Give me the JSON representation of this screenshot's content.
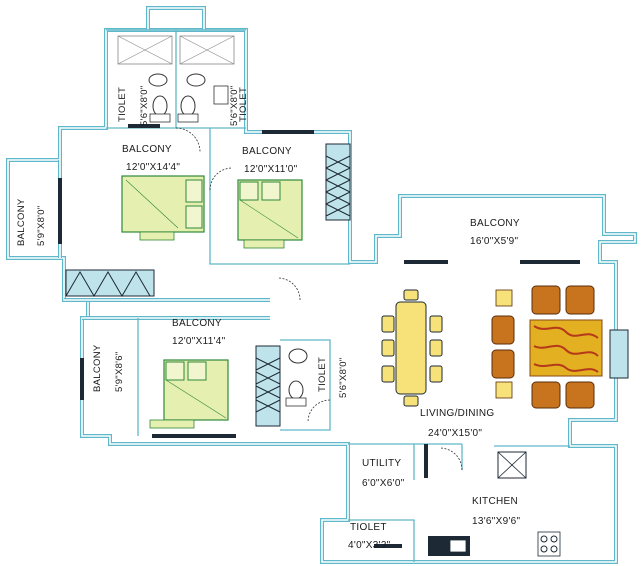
{
  "rooms": {
    "balcony_top_left": {
      "name": "BALCONY",
      "size": "12'0\"X14'4\""
    },
    "balcony_top_mid": {
      "name": "BALCONY",
      "size": "12'0\"X11'0\""
    },
    "toilet_top_left": {
      "name": "TIOLET",
      "size": "5'6\"X8'0\""
    },
    "toilet_top_right": {
      "name": "TIOLET",
      "size": "5'6\"X8'0\""
    },
    "balcony_left": {
      "name": "BALCONY",
      "size": "5'9\"X8'0\""
    },
    "balcony_right": {
      "name": "BALCONY",
      "size": "16'0\"X5'9\""
    },
    "balcony_mid": {
      "name": "BALCONY",
      "size": "12'0\"X11'4\""
    },
    "balcony_lower_left": {
      "name": "BALCONY",
      "size": "5'9\"X8'6\""
    },
    "toilet_mid": {
      "name": "TIOLET",
      "size": "5'6\"X8'0\""
    },
    "living_dining": {
      "name": "LIVING/DINING",
      "size": "24'0\"X15'0\""
    },
    "utility": {
      "name": "UTILITY",
      "size": "6'0\"X6'0\""
    },
    "kitchen": {
      "name": "KITCHEN",
      "size": "13'6\"X9'6\""
    },
    "toilet_bottom": {
      "name": "TIOLET",
      "size": "4'0\"X3'3\""
    }
  },
  "colors": {
    "wall": "#5fb8c9",
    "bed": "#e5efb0",
    "bed_stroke": "#2f8a3a",
    "table": "#f7e27a",
    "sofa": "#c8741e",
    "rug": "#e2b020",
    "window": "#1d2a36"
  }
}
